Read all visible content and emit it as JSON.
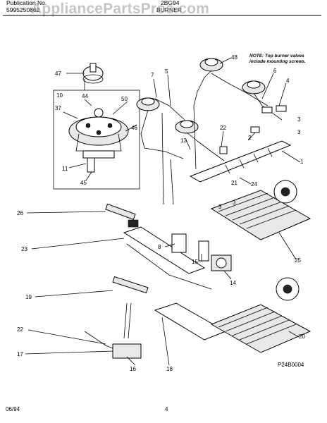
{
  "header": {
    "publication_label": "Publication No.",
    "publication_number": "5995250862",
    "model": "2BG94",
    "section": "BURNER",
    "watermark": "AppliancePartsPros.com"
  },
  "note": {
    "line1": "NOTE: Top burner valves",
    "line2": "include mounting screws."
  },
  "callouts": [
    "47",
    "10",
    "44",
    "50",
    "37",
    "46",
    "11",
    "45",
    "7",
    "5",
    "48",
    "6",
    "4",
    "3",
    "3",
    "22",
    "13",
    "2",
    "1",
    "21",
    "24",
    "3",
    "3",
    "26",
    "23",
    "8",
    "15",
    "14",
    "25",
    "19",
    "22",
    "17",
    "16",
    "18",
    "20"
  ],
  "diagram_code": "P24B0004",
  "footer": {
    "date": "06/94",
    "page": "4"
  }
}
